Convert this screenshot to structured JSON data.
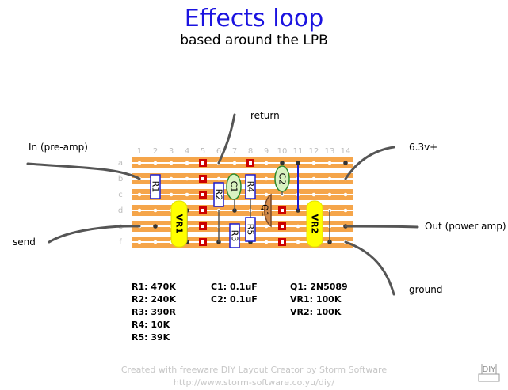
{
  "title": "Effects loop",
  "subtitle": "based around the LPB",
  "board": {
    "columns": [
      "1",
      "2",
      "3",
      "4",
      "5",
      "6",
      "7",
      "8",
      "9",
      "10",
      "11",
      "12",
      "13",
      "14"
    ],
    "rows": [
      "a",
      "b",
      "c",
      "d",
      "e",
      "f"
    ],
    "strip_color": "#f5a54a",
    "cut_color": "#cc0000",
    "wire_color": "#1b1bd0"
  },
  "connections": {
    "in": "In (pre-amp)",
    "return": "return",
    "v63": "6.3v+",
    "send": "send",
    "out": "Out (power amp)",
    "ground": "ground"
  },
  "components": {
    "R1": "R1",
    "R2": "R2",
    "R3": "R3",
    "R4": "R4",
    "R5": "R5",
    "C1": "C1",
    "C2": "C2",
    "Q1": "Q1",
    "VR1": "VR1",
    "VR2": "VR2"
  },
  "parts_list": {
    "col1": [
      "R1: 470K",
      "R2: 240K",
      "R3: 390R",
      "R4: 10K",
      "R5: 39K"
    ],
    "col2": [
      "C1: 0.1uF",
      "C2: 0.1uF"
    ],
    "col3": [
      "Q1: 2N5089",
      "VR1: 100K",
      "VR2: 100K"
    ]
  },
  "credits": {
    "line1": "Created with freeware DIY Layout Creator by Storm Software",
    "line2": "http://www.storm-software.co.yu/diy/"
  },
  "logo_text": "DIY"
}
